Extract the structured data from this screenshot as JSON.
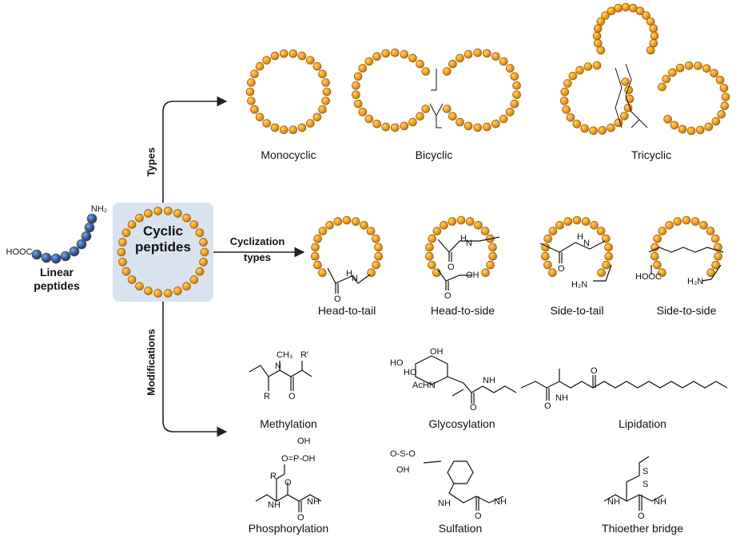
{
  "linear": {
    "title": "Linear\npeptides",
    "amine": "NH₂",
    "acid": "HOOC"
  },
  "center": {
    "title": "Cyclic\npeptides"
  },
  "branches": {
    "types": "Types",
    "cyclization": "Cyclization\ntypes",
    "modifications": "Modifications"
  },
  "types": [
    "Monocyclic",
    "Bicyclic",
    "Tricyclic"
  ],
  "cyclization": [
    "Head-to-tail",
    "Head-to-side",
    "Side-to-tail",
    "Side-to-side"
  ],
  "modifications": [
    "Methylation",
    "Glycosylation",
    "Lipidation",
    "Phosphorylation",
    "Sulfation",
    "Thioether bridge"
  ],
  "colors": {
    "bead": "#f39c12",
    "bead_stroke": "#b86e06",
    "linear_bead": "#2e5ea8",
    "box": "#d9e2ef"
  }
}
